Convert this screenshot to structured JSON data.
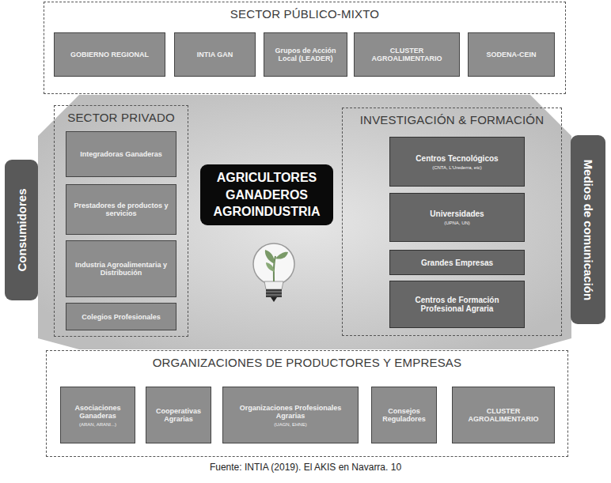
{
  "diagram": {
    "caption": "Fuente: INTIA (2019). El AKIS en Navarra. 10",
    "nodes": [
      {
        "text": [
          "SECTOR PÚBLICO-MIXTO"
        ]
      },
      {
        "text": [
          "GOBIERNO REGIONAL"
        ],
        "in": 0
      },
      {
        "text": [
          "INTIA GAN"
        ],
        "in": 0
      },
      {
        "text": [
          "Grupos de Acción Local (LEADER)"
        ],
        "in": 0
      },
      {
        "text": [
          "CLUSTER AGROALIMENTARIO"
        ],
        "in": 0
      },
      {
        "text": [
          "SODENA-CEIN"
        ],
        "in": 0
      },
      {
        "text": [
          "Consumidores"
        ]
      },
      {
        "text": [
          "SECTOR PRIVADO"
        ]
      },
      {
        "text": [
          "Integradoras Ganaderas"
        ],
        "in": 7
      },
      {
        "text": [
          "Prestadores de productos y servicios"
        ],
        "in": 7
      },
      {
        "text": [
          "Industria Agroalimentaria y Distribución"
        ],
        "in": 7
      },
      {
        "text": [
          "Colegios Profesionales"
        ],
        "in": 7
      },
      {
        "text": [
          "AGRICULTORES GANADEROS AGROINDUSTRIA"
        ]
      },
      {
        "text": [
          "INVESTIGACIÓN & FORMACIÓN"
        ]
      },
      {
        "text": [
          "Centros Tecnológicos",
          "(CNTA, L'Urederra, etc)"
        ],
        "in": 13
      },
      {
        "text": [
          "Universidades",
          "(UPNA, UN)"
        ],
        "in": 13
      },
      {
        "text": [
          "Grandes Empresas"
        ],
        "in": 13
      },
      {
        "text": [
          "Centros de Formación Profesional Agraria"
        ],
        "in": 13
      },
      {
        "text": [
          "Medios de comunicación"
        ]
      },
      {
        "text": [
          "ORGANIZACIONES DE PRODUCTORES Y EMPRESAS"
        ]
      },
      {
        "text": [
          "Asociaciones Ganaderas",
          "(ARAN, ARANI...)"
        ],
        "in": 19
      },
      {
        "text": [
          "Cooperativas Agrarias"
        ],
        "in": 19
      },
      {
        "text": [
          "Organizaciones Profesionales Agrarias",
          "(UAGN, EHNE)"
        ],
        "in": 19
      },
      {
        "text": [
          "Consejos Reguladores"
        ],
        "in": 19
      },
      {
        "text": [
          "CLUSTER AGROALIMENTARIO"
        ],
        "in": 19
      }
    ]
  }
}
